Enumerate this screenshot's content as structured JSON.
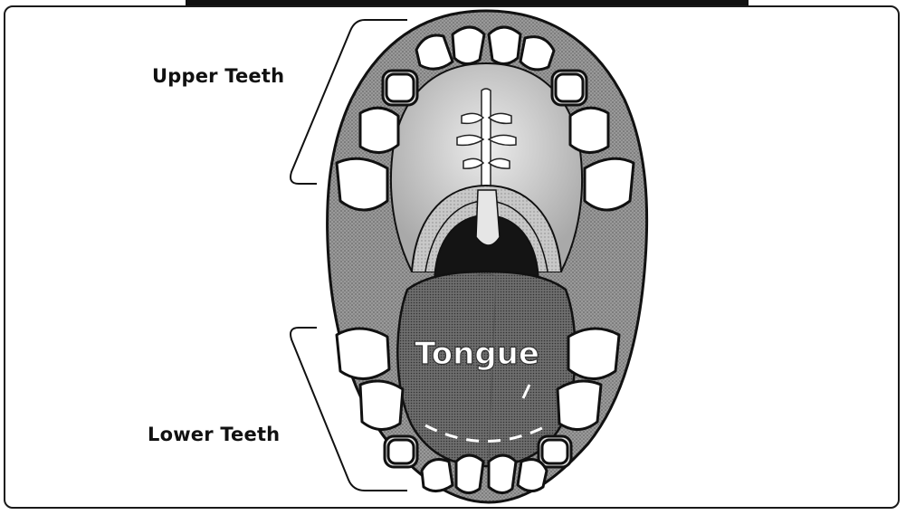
{
  "labels": {
    "upper_teeth": "Upper Teeth",
    "lower_teeth": "Lower Teeth",
    "tongue": "Tongue"
  },
  "colors": {
    "outline": "#111111",
    "gum": "#8c8c8c",
    "palate": "#bdbdbd",
    "throat": "#141414",
    "tongue": "#9a9a9a",
    "tooth": "#ffffff"
  }
}
